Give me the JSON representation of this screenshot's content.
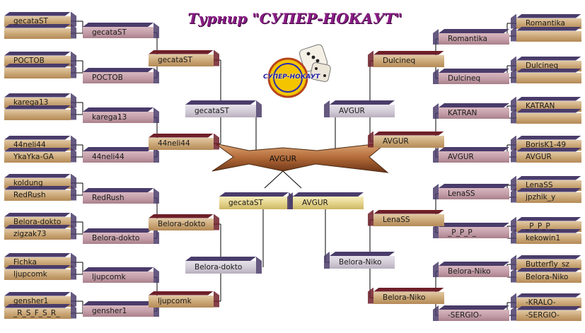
{
  "title": "Турнир \"СУПЕР-НОКАУТ\"",
  "logo_text": "СУПЕР-НОКАУТ",
  "colors": {
    "tan": "#c9a574",
    "mauve": "#c09aa5",
    "lavender": "#cfc8d3",
    "gold": "#e4d28a",
    "navy_top": "#4a3c6a",
    "maroon_top": "#6e1f28",
    "line": "#000000",
    "title": "#8a1c86"
  },
  "left": {
    "r1": [
      "gecataST",
      "",
      "РОСТОВ",
      "",
      "karega13",
      "",
      "44neli44",
      "YkaYka-GA",
      "koldung",
      "RedRush",
      "Belora-dokto",
      "zigzak73",
      "Fichka",
      "ljupcomk",
      "gensher1",
      "_R_S_F_S_R_"
    ],
    "r2": [
      "gecataST",
      "РОСТОВ",
      "karega13",
      "44neli44",
      "RedRush",
      "Belora-dokto",
      "ljupcomk",
      "gensher1"
    ],
    "r3": [
      "gecataST",
      "44neli44",
      "Belora-dokto",
      "ljupcomk"
    ],
    "r4": [
      "gecataST",
      "Belora-dokto"
    ]
  },
  "right": {
    "r1": [
      "Romantika",
      "",
      "Dulcineq",
      "",
      "KATRAN",
      "",
      "BorisK1-49",
      "AVGUR",
      "LenaSS",
      "jpzhik_y",
      "_P_P_P_",
      "kekowin1",
      "Butterfly_sz",
      "Belora-Niko",
      "-KRALO-",
      "-SERGIO-"
    ],
    "r2": [
      "Romantika",
      "Dulcineq",
      "KATRAN",
      "AVGUR",
      "LenaSS",
      "_P_P_P_",
      "Belora-Niko",
      "-SERGIO-"
    ],
    "r3": [
      "Dulcineq",
      "AVGUR",
      "LenaSS",
      "Belora-Niko"
    ],
    "r4": [
      "AVGUR",
      "Belora-Niko"
    ]
  },
  "final": {
    "left": "gecataST",
    "right": "AVGUR",
    "winner": "AVGUR"
  }
}
